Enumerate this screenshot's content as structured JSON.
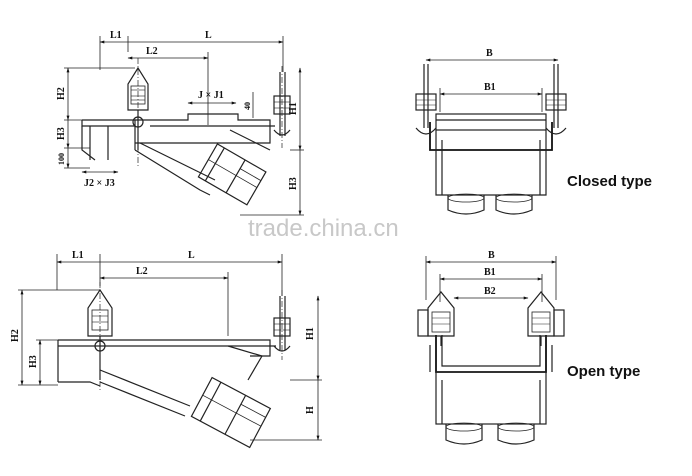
{
  "watermark": "trade.china.cn",
  "labels": {
    "closed": "Closed type",
    "open": "Open type"
  },
  "closed_side": {
    "L1": "L1",
    "L2": "L2",
    "L": "L",
    "H2": "H2",
    "H3": "H3",
    "H1": "H1",
    "H3b": "H3",
    "J": "J × J1",
    "forty": "40",
    "hundred": "100",
    "J2": "J2 × J3"
  },
  "closed_front": {
    "B": "B",
    "B1": "B1"
  },
  "open_side": {
    "L1": "L1",
    "L2": "L2",
    "L": "L",
    "H2": "H2",
    "H3": "H3",
    "H1": "H1",
    "H": "H"
  },
  "open_front": {
    "B": "B",
    "B1": "B1",
    "B2": "B2"
  }
}
